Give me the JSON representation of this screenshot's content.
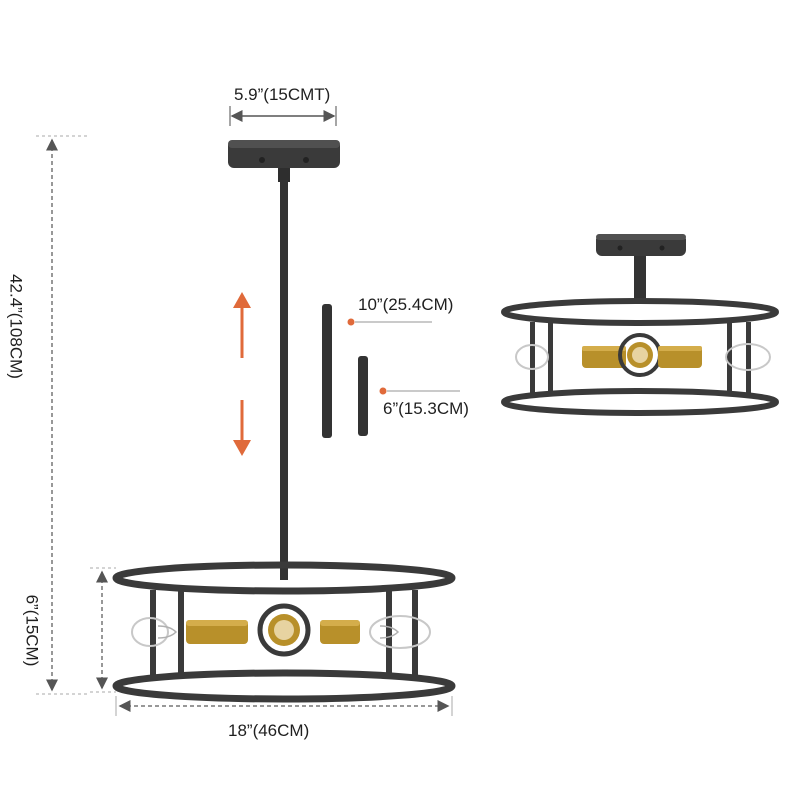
{
  "dimensions": {
    "canopy_width": "5.9”(15CMT)",
    "overall_height": "42.4”(108CM)",
    "body_height": "6”(15CM)",
    "body_width": "18”(46CM)",
    "rod_long": "10”(25.4CM)",
    "rod_short": "6”(15.3CM)"
  },
  "colors": {
    "metal": "#3a3a3a",
    "brass": "#b8902a",
    "arrow": "#e06a3a",
    "dimension_line": "#888888",
    "glass": "#c8c8c8"
  },
  "icons": {
    "adjust_arrows": "up-down-arrow-icon",
    "rod_marker": "dot-marker-icon"
  }
}
